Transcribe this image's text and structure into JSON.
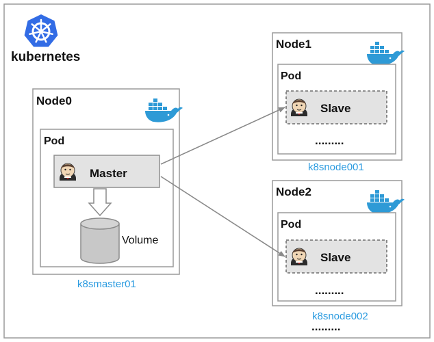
{
  "brand": {
    "name": "kubernetes",
    "icon": "kubernetes-helm-wheel-icon",
    "color": "#326ce5"
  },
  "colors": {
    "border": "#9a9a9a",
    "box_fill": "#e3e3e3",
    "arrow": "#8a8a8a",
    "caption": "#2b9be0",
    "docker": "#2e9ad6"
  },
  "nodes": [
    {
      "title": "Node0",
      "hostname": "k8smaster01",
      "pod_label": "Pod",
      "container": {
        "label": "Master",
        "icon": "jenkins-icon",
        "style": "solid"
      },
      "volume_label": "Volume"
    },
    {
      "title": "Node1",
      "hostname": "k8snode001",
      "pod_label": "Pod",
      "container": {
        "label": "Slave",
        "icon": "jenkins-icon",
        "style": "dashed"
      },
      "more_label": "........."
    },
    {
      "title": "Node2",
      "hostname": "k8snode002",
      "pod_label": "Pod",
      "container": {
        "label": "Slave",
        "icon": "jenkins-icon",
        "style": "dashed"
      },
      "more_label": "........."
    }
  ],
  "bottom_more_label": ".........",
  "connections": [
    {
      "from": "Master",
      "to": "Slave (Node1)"
    },
    {
      "from": "Master",
      "to": "Slave (Node2)"
    }
  ]
}
